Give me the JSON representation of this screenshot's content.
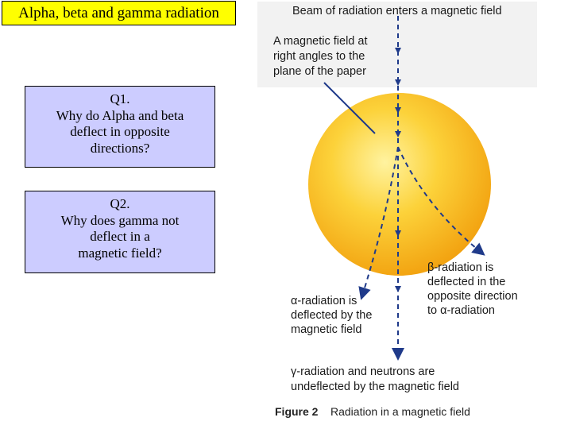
{
  "slide": {
    "title": "Alpha, beta and gamma radiation",
    "q1": {
      "label": "Q1.",
      "lines": [
        "Why do Alpha and beta",
        "deflect in opposite",
        "directions?"
      ]
    },
    "q2": {
      "label": "Q2.",
      "lines": [
        "Why does gamma not",
        "deflect in a",
        "magnetic field?"
      ]
    }
  },
  "figure": {
    "header": "Beam of radiation enters a magnetic field",
    "field_note": [
      "A magnetic field at",
      "right angles to the",
      "plane of the paper"
    ],
    "beta_note": [
      "β-radiation is",
      "deflected in the",
      "opposite direction",
      "to α-radiation"
    ],
    "alpha_note": [
      "α-radiation is",
      "deflected by the",
      "magnetic field"
    ],
    "gamma_note": [
      "γ-radiation and neutrons are",
      "undeflected by the magnetic field"
    ],
    "caption_label": "Figure 2",
    "caption_text": "Radiation in a magnetic field",
    "colors": {
      "sphere": "#f7b81c",
      "sphere_highlight": "#fff3a0",
      "beam": "#1f3a8a",
      "box": "#ccccff",
      "title_bg": "#ffff00"
    }
  }
}
